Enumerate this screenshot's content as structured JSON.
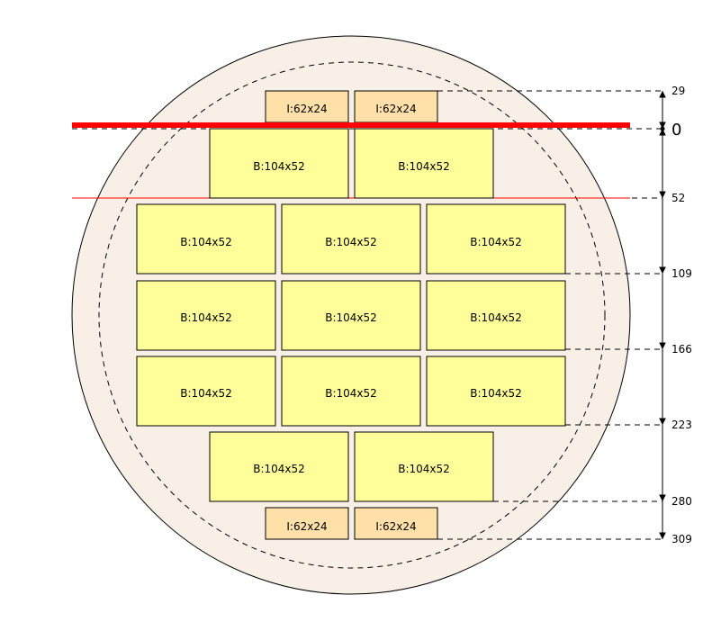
{
  "colors": {
    "wafer_fill": "#f8f0e6",
    "wafer_stroke": "#000000",
    "block_b_fill": "#ffff99",
    "block_i_fill": "#ffe0a8",
    "reference_line": "#ff0000",
    "dimension": "#000000"
  },
  "blocks": {
    "i_top_left": "I:62x24",
    "i_top_right": "I:62x24",
    "r1c1": "B:104x52",
    "r1c2": "B:104x52",
    "r2c1": "B:104x52",
    "r2c2": "B:104x52",
    "r2c3": "B:104x52",
    "r3c1": "B:104x52",
    "r3c2": "B:104x52",
    "r3c3": "B:104x52",
    "r4c1": "B:104x52",
    "r4c2": "B:104x52",
    "r4c3": "B:104x52",
    "r5c1": "B:104x52",
    "r5c2": "B:104x52",
    "i_bottom_left": "I:62x24",
    "i_bottom_right": "I:62x24"
  },
  "dimensions": {
    "d29": "29",
    "d0": "0",
    "d52": "52",
    "d109": "109",
    "d166": "166",
    "d223": "223",
    "d280": "280",
    "d309": "309"
  }
}
